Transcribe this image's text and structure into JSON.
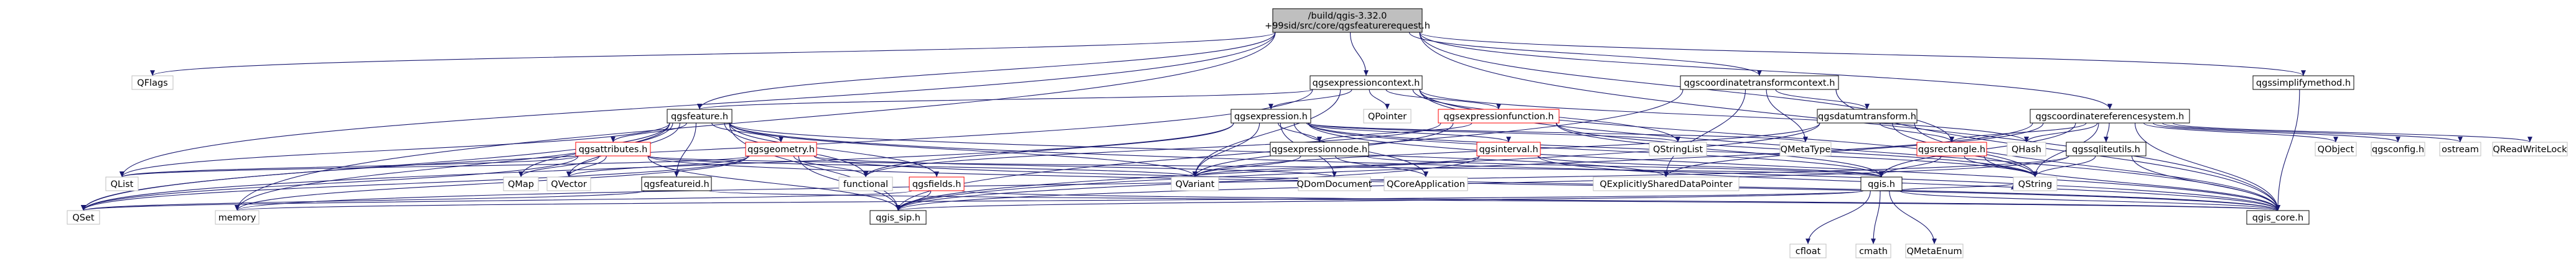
{
  "root": {
    "line1": "/build/qgis-3.32.0",
    "line2": "+99sid/src/core/qgsfeaturerequest.h"
  },
  "nodes": {
    "QFlags": "QFlags",
    "qgsexpressioncontext": "qgsexpressioncontext.h",
    "qgscoordinatetransformcontext": "qgscoordinatetransformcontext.h",
    "qgssimplifymethod": "qgssimplifymethod.h",
    "qgsfeature": "qgsfeature.h",
    "QPointer": "QPointer",
    "qgsexpressionfunction": "qgsexpressionfunction.h",
    "qgsexpression": "qgsexpression.h",
    "qgsdatumtransform": "qgsdatumtransform.h",
    "qgscoordinatereferencesystem": "qgscoordinatereferencesystem.h",
    "qgsattributes": "qgsattributes.h",
    "qgsgeometry": "qgsgeometry.h",
    "qgsexpressionnode": "qgsexpressionnode.h",
    "qgsinterval": "qgsinterval.h",
    "QStringList": "QStringList",
    "QMetaType": "QMetaType",
    "qgsrectangle": "qgsrectangle.h",
    "QHash": "QHash",
    "qgssqliteutils": "qgssqliteutils.h",
    "QObject": "QObject",
    "qgsconfig": "qgsconfig.h",
    "ostream": "ostream",
    "QReadWriteLock": "QReadWriteLock",
    "QList": "QList",
    "QMap": "QMap",
    "QVector": "QVector",
    "qgsfeatureid": "qgsfeatureid.h",
    "functional": "functional",
    "qgsfields": "qgsfields.h",
    "QVariant": "QVariant",
    "QDomDocument": "QDomDocument",
    "QCoreApplication": "QCoreApplication",
    "QExplicitlySharedDataPointer": "QExplicitlySharedDataPointer",
    "qgis": "qgis.h",
    "QString": "QString",
    "QSet": "QSet",
    "memory": "memory",
    "qgis_sip": "qgis_sip.h",
    "qgis_core": "qgis_core.h",
    "cfloat": "cfloat",
    "cmath": "cmath",
    "QMetaEnum": "QMetaEnum"
  },
  "colors": {
    "edge": "#191970",
    "node_border": "#000000",
    "external_border": "#bfbfbf",
    "incomplete_border": "#ff0000",
    "root_fill": "#bfbfbf"
  }
}
